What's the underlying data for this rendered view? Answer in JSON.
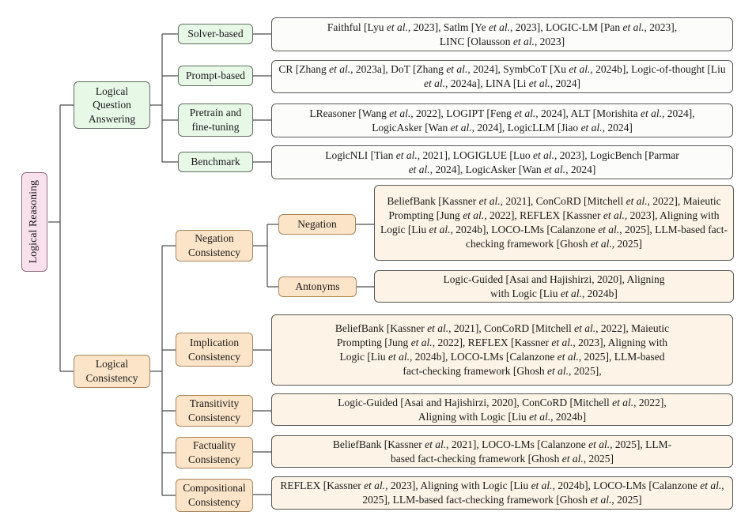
{
  "figure": {
    "title": "Logical Reasoning"
  },
  "tree": {
    "root": "Logical Reasoning",
    "qa": {
      "label": "Logical Question Answering",
      "solver": {
        "label": "Solver-based",
        "papers": "Faithful [Lyu et al., 2023], Satlm [Ye et al., 2023], LOGIC-LM [Pan et al., 2023], LINC [Olausson et al., 2023]"
      },
      "prompt": {
        "label": "Prompt-based",
        "papers": "CR [Zhang et al., 2023a], DoT [Zhang et al., 2024], SymbCoT [Xu et al., 2024b], Logic-of-thought [Liu et al., 2024a], LINA [Li et al., 2024]"
      },
      "pretrain": {
        "label": "Pretrain and fine-tuning",
        "papers": "LReasoner [Wang et al., 2022], LOGIPT [Feng et al., 2024], ALT [Morishita et al., 2024], LogicAsker [Wan et al., 2024], LogicLLM [Jiao et al., 2024]"
      },
      "benchmark": {
        "label": "Benchmark",
        "papers": "LogicNLI [Tian et al., 2021], LOGIGLUE [Luo et al., 2023], LogicBench [Parmar et al., 2024], LogicAsker [Wan et al., 2024]"
      }
    },
    "consistency": {
      "label": "Logical Consistency",
      "negation": {
        "label": "Negation Consistency",
        "negation_sub": {
          "label": "Negation",
          "papers": "BeliefBank [Kassner et al., 2021], ConCoRD [Mitchell et al., 2022], Maieutic Prompting [Jung et al., 2022], REFLEX [Kassner et al., 2023], Aligning with Logic [Liu et al., 2024b], LOCO-LMs [Calanzone et al., 2025], LLM-based fact-checking framework [Ghosh et al., 2025]"
        },
        "antonyms": {
          "label": "Antonyms",
          "papers": "Logic-Guided [Asai and Hajishirzi, 2020], Aligning with Logic [Liu et al., 2024b]"
        }
      },
      "implication": {
        "label": "Implication Consistency",
        "papers": "BeliefBank [Kassner et al., 2021], ConCoRD [Mitchell et al., 2022], Maieutic Prompting [Jung et al., 2022], REFLEX [Kassner et al., 2023], Aligning with Logic [Liu et al., 2024b], LOCO-LMs [Calanzone et al., 2025], LLM-based fact-checking framework [Ghosh et al., 2025],"
      },
      "transitivity": {
        "label": "Transitivity Consistency",
        "papers": "Logic-Guided [Asai and Hajishirzi, 2020], ConCoRD [Mitchell et al., 2022], Aligning with Logic [Liu et al., 2024b]"
      },
      "factuality": {
        "label": "Factuality Consistency",
        "papers": "BeliefBank [Kassner et al., 2021], LOCO-LMs [Calanzone et al., 2025], LLM-based fact-checking framework [Ghosh et al., 2025]"
      },
      "compositional": {
        "label": "Compositional Consistency",
        "papers": "REFLEX [Kassner et al., 2023], Aligning with Logic [Liu et al., 2024b], LOCO-LMs [Calanzone et al., 2025], LLM-based fact-checking framework [Ghosh et al., 2025]"
      }
    }
  },
  "colors": {
    "root_fill": "#f9e1ec",
    "qa_fill": "#e7f8e7",
    "consistency_fill": "#fce4c8",
    "leaf_qa_fill": "#fcfdfa",
    "leaf_consistency_fill": "#fdf3e6",
    "connector_line": "#4a4a4a"
  }
}
